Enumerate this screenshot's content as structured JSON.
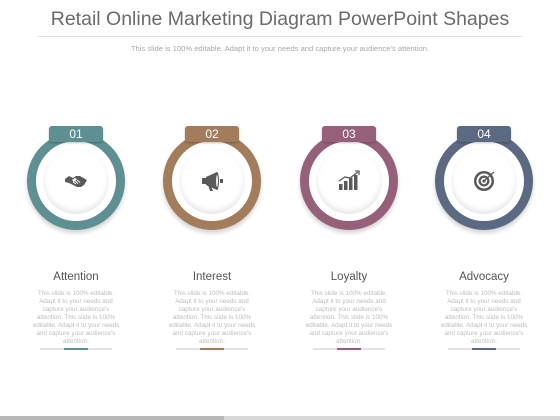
{
  "header": {
    "title": "Retail Online Marketing Diagram PowerPoint Shapes",
    "subtitle": "This slide is 100% editable. Adapt it to your needs and capture your audience's attention."
  },
  "steps": [
    {
      "number": "01",
      "label": "Attention",
      "icon": "handshake-icon",
      "color": "#5e8f92",
      "desc": "This slide is 100% editable. Adapt it to your needs and capture your audience's attention. This slide is 100% editable. Adapt it to your needs and capture your audience's attention."
    },
    {
      "number": "02",
      "label": "Interest",
      "icon": "megaphone-icon",
      "color": "#a27c5b",
      "desc": "This slide is 100% editable. Adapt it to your needs and capture your audience's attention. This slide is 100% editable. Adapt it to your needs and capture your audience's attention."
    },
    {
      "number": "03",
      "label": "Loyalty",
      "icon": "bar-chart-icon",
      "color": "#96607a",
      "desc": "This slide is 100% editable. Adapt it to your needs and capture your audience's attention. This slide is 100% editable. Adapt it to your needs and capture your audience's attention."
    },
    {
      "number": "04",
      "label": "Advocacy",
      "icon": "target-icon",
      "color": "#5b6a82",
      "desc": "This slide is 100% editable. Adapt it to your needs and capture your audience's attention. This slide is 100% editable. Adapt it to your needs and capture your audience's attention."
    }
  ]
}
